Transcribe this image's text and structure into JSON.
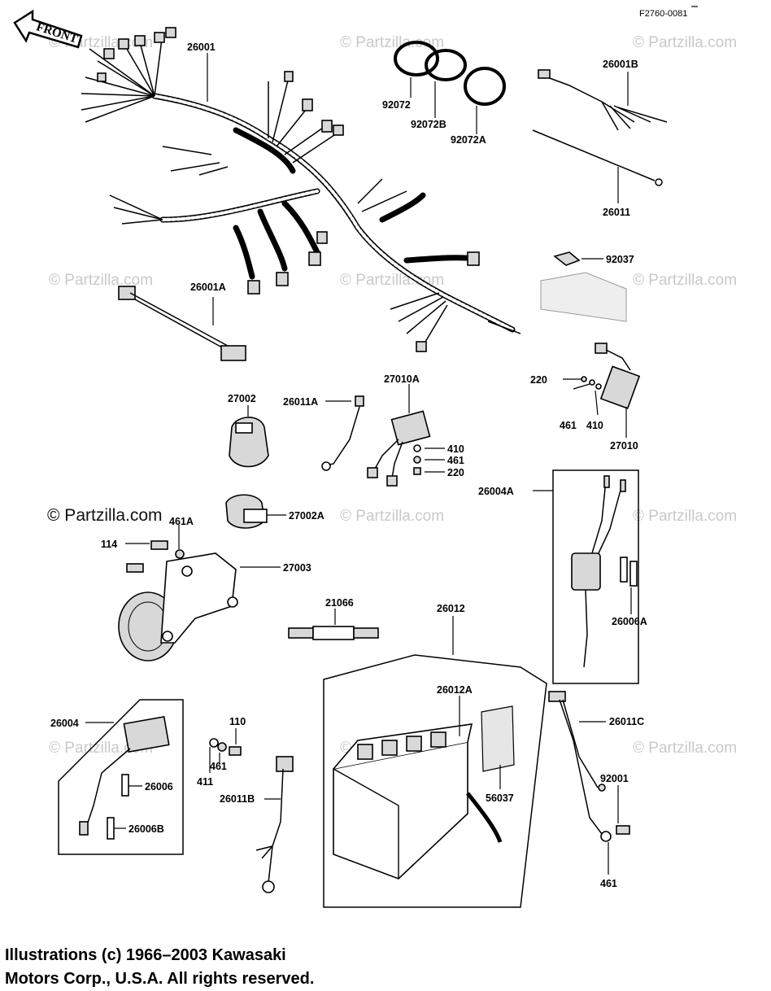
{
  "figure_code": "F2760-0081",
  "front_label": "FRONT",
  "watermark": "© Partzilla.com",
  "copyright": {
    "line1": "Illustrations (c) 1966–2003 Kawasaki",
    "line2": "Motors Corp., U.S.A.  All rights reserved."
  },
  "labels": {
    "p26001": "26001",
    "p92072": "92072",
    "p92072B": "92072B",
    "p92072A": "92072A",
    "p26001B": "26001B",
    "p26011": "26011",
    "p92037": "92037",
    "p26001A": "26001A",
    "p27002": "27002",
    "p26011A": "26011A",
    "p27010A": "27010A",
    "p410a": "410",
    "p461a": "461",
    "p220a": "220",
    "p220b": "220",
    "p461b": "461",
    "p410b": "410",
    "p27010": "27010",
    "p26004A": "26004A",
    "p27002A": "27002A",
    "p461A": "461A",
    "p114": "114",
    "p27003": "27003",
    "p26006A": "26006A",
    "p21066": "21066",
    "p26012": "26012",
    "p26012A": "26012A",
    "p26011C": "26011C",
    "p26004": "26004",
    "p110": "110",
    "p26006": "26006",
    "p26006B": "26006B",
    "p461c": "461",
    "p411": "411",
    "p26011B": "26011B",
    "p56037": "56037",
    "p92001": "92001",
    "p461d": "461"
  }
}
